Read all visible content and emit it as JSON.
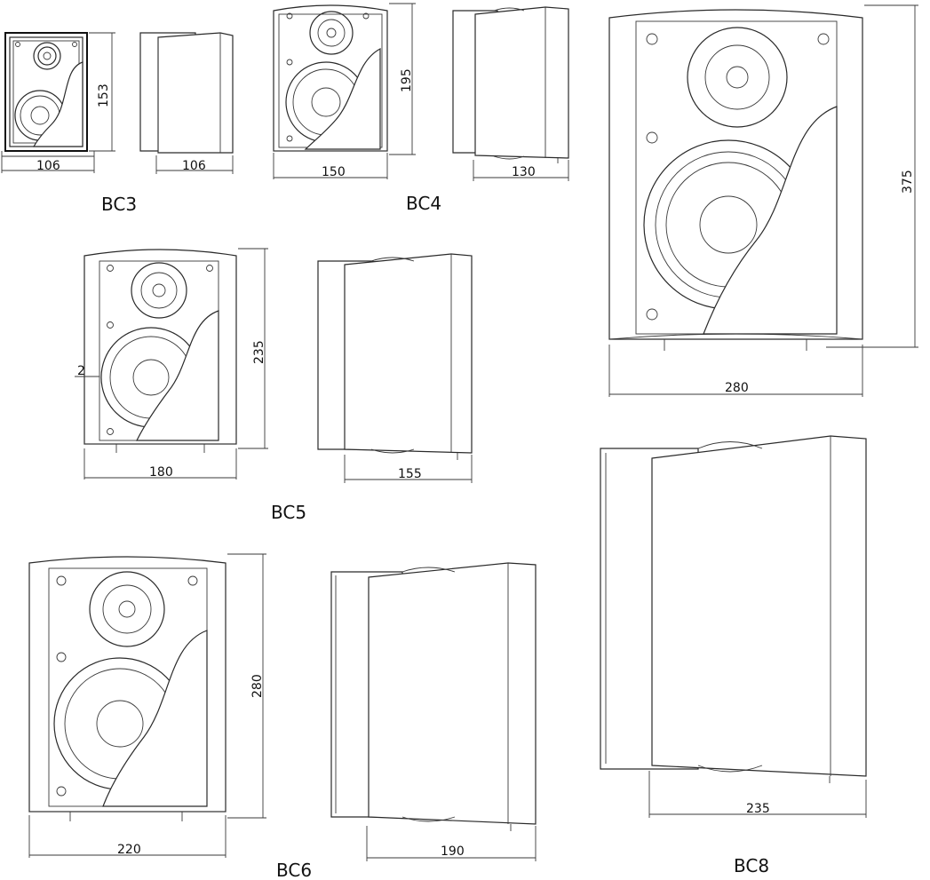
{
  "models": {
    "bc3": {
      "name": "BC3",
      "front_width": "106",
      "front_height": "153",
      "side_depth": "106"
    },
    "bc4": {
      "name": "BC4",
      "front_width": "150",
      "front_height": "195",
      "side_depth": "130"
    },
    "bc5": {
      "name": "BC5",
      "front_width": "180",
      "front_height": "235",
      "side_depth": "155",
      "side_label": "2"
    },
    "bc6": {
      "name": "BC6",
      "front_width": "220",
      "front_height": "280",
      "side_depth": "190"
    },
    "bc8": {
      "name": "BC8",
      "front_width": "280",
      "front_height": "375",
      "side_depth": "235"
    }
  }
}
